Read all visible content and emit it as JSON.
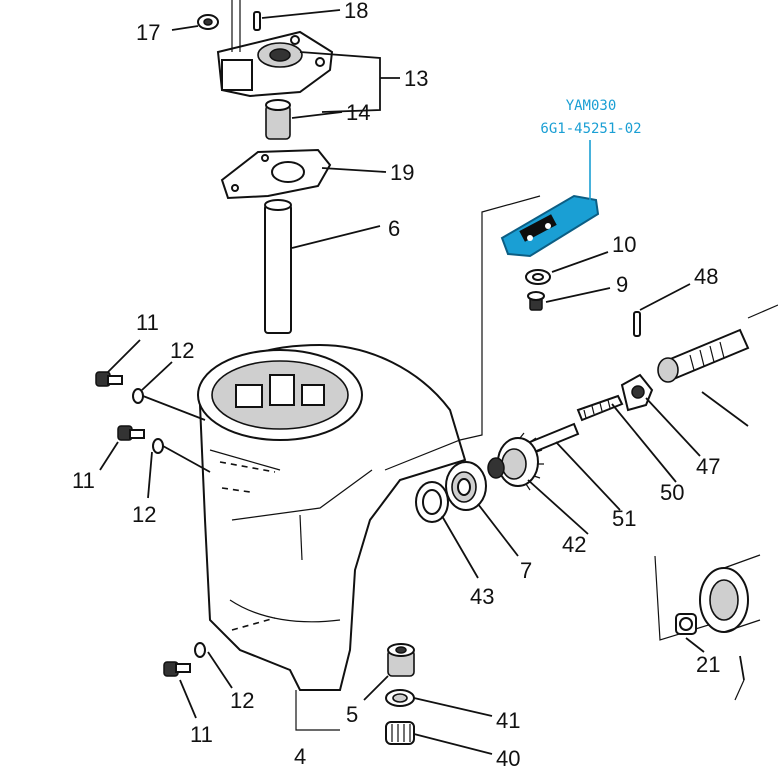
{
  "highlight": {
    "code": "YAM030",
    "part_number": "6G1-45251-02",
    "color": "#1a9fd4"
  },
  "labels": {
    "n17": "17",
    "n18": "18",
    "n13": "13",
    "n14": "14",
    "n19": "19",
    "n6": "6",
    "n10": "10",
    "n9": "9",
    "n48": "48",
    "n11a": "11",
    "n12a": "12",
    "n11b": "11",
    "n12b": "12",
    "n47": "47",
    "n50": "50",
    "n51": "51",
    "n42": "42",
    "n7": "7",
    "n43": "43",
    "n12c": "12",
    "n11c": "11",
    "n5": "5",
    "n4": "4",
    "n41": "41",
    "n40": "40",
    "n21": "21"
  }
}
